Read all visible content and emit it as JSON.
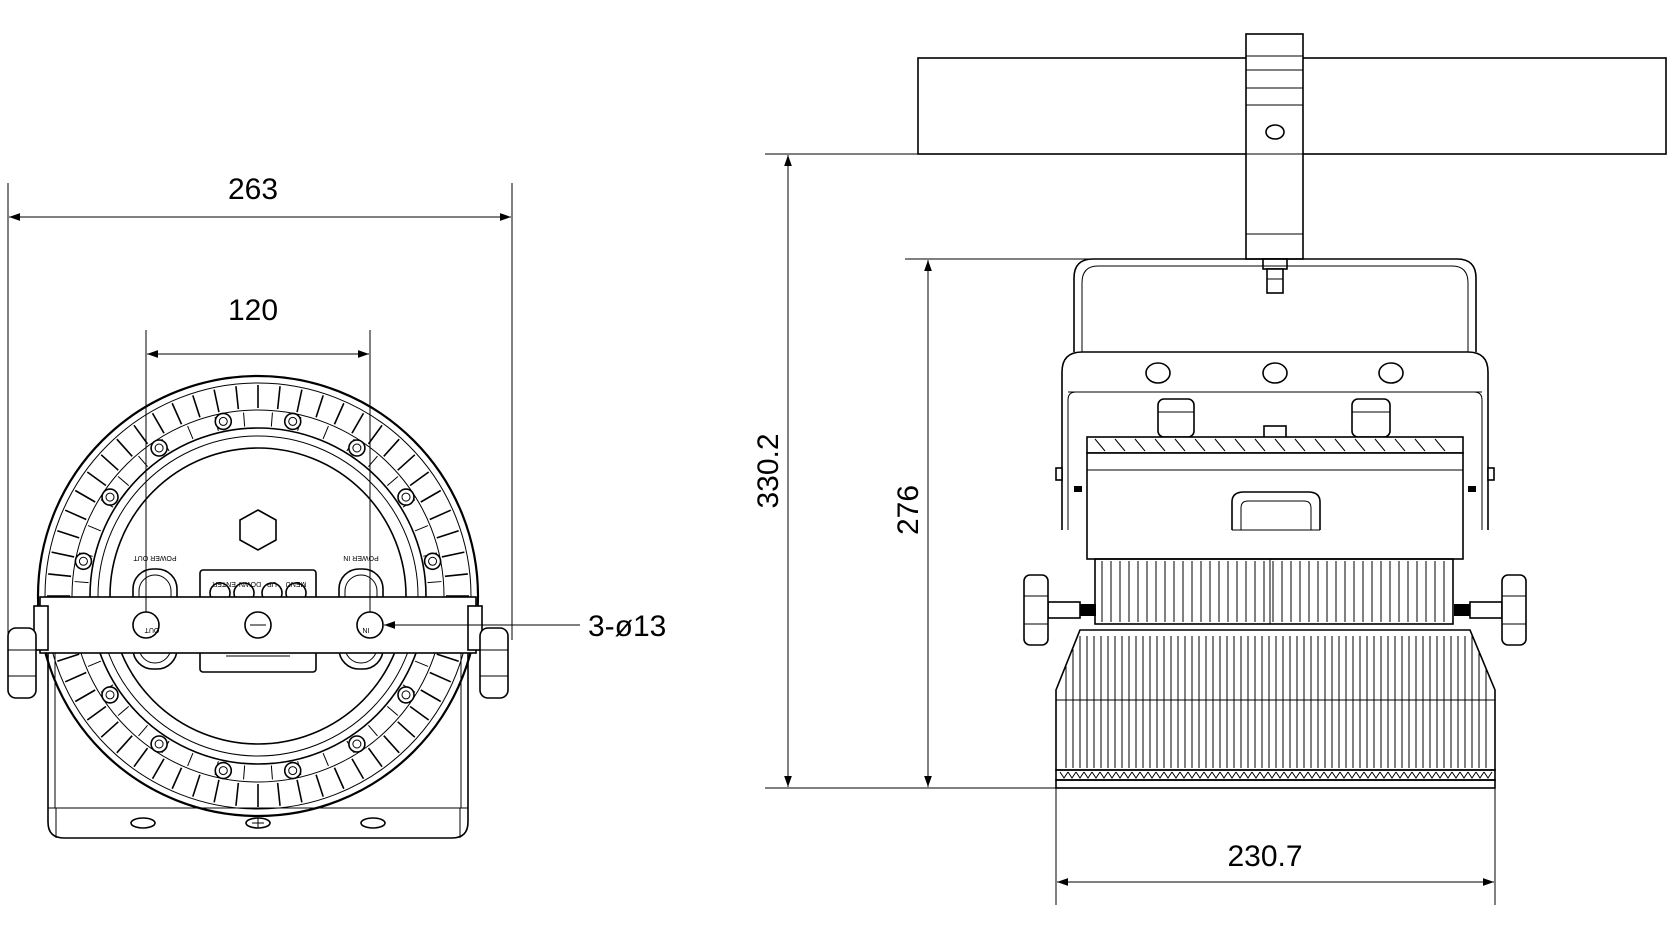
{
  "dimensions": {
    "front_width": "263",
    "hole_spacing": "120",
    "holes_callout": "3-ø13",
    "total_height": "330.2",
    "fixture_height": "276",
    "body_width": "230.7"
  },
  "rear_panel_labels": {
    "power_out": "POWER OUT",
    "power_in": "POWER IN",
    "menu": "MENU",
    "up": "UP",
    "down": "DOWN",
    "enter": "ENTER",
    "out": "OUT",
    "in": "IN"
  }
}
